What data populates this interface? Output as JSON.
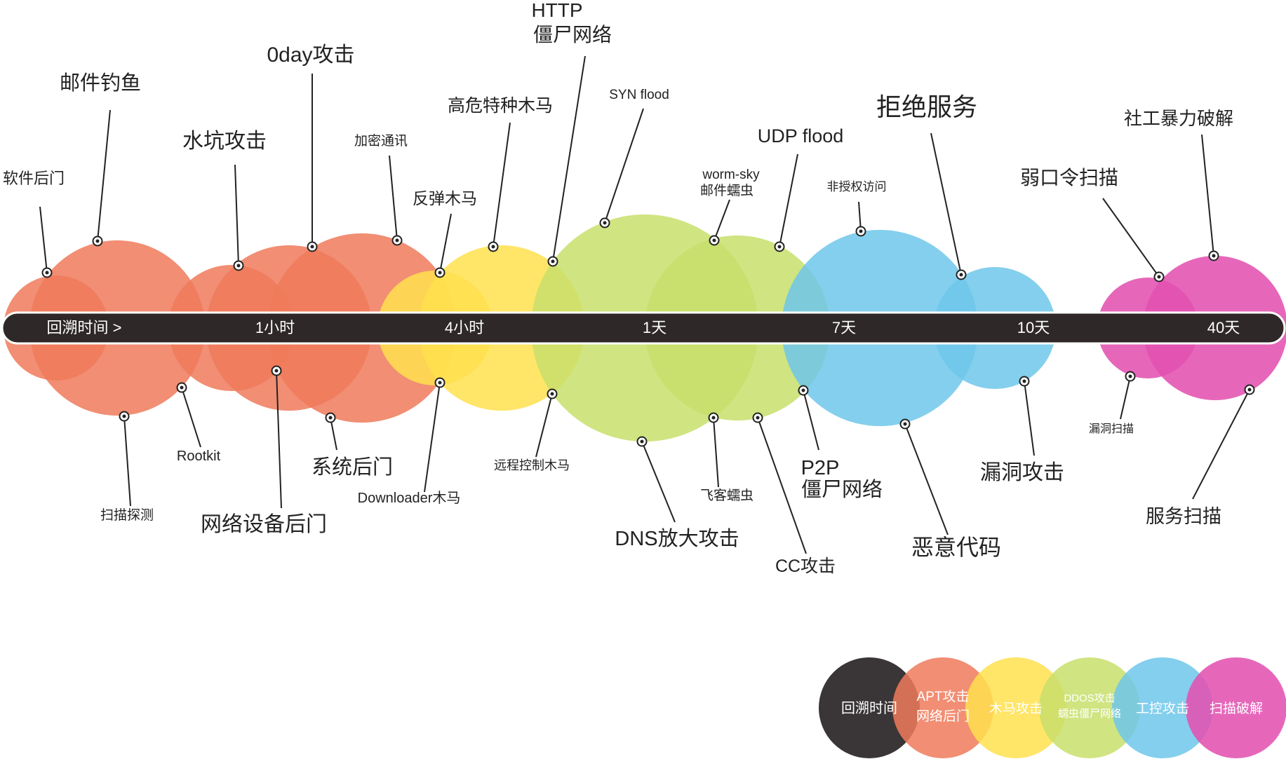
{
  "colors": {
    "apt": "#ef7a5a",
    "apt_dark": "#ef5f3c",
    "trojan": "#ffe14d",
    "ddos": "#c8df6b",
    "ics": "#6ec7ea",
    "scan": "#e252b0",
    "timeline": "#2e2828",
    "legend_dark": "#3a3637"
  },
  "timeline": {
    "ticks": [
      "回溯时间 >",
      "1小时",
      "4小时",
      "1天",
      "7天",
      "10天",
      "40天"
    ]
  },
  "labels": {
    "software_backdoor": "软件后门",
    "mail_phishing": "邮件钓鱼",
    "watering_hole": "水坑攻击",
    "zero_day": "0day攻击",
    "encrypted_comm": "加密通讯",
    "reverse_trojan": "反弹木马",
    "high_risk_trojan": "高危特种木马",
    "http_line1": "HTTP",
    "http_line2": "僵尸网络",
    "syn_flood": "SYN flood",
    "worm_sky_line1": "worm-sky",
    "worm_sky_line2": "邮件蠕虫",
    "udp_flood": "UDP flood",
    "unauthorized_access": "非授权访问",
    "denial_of_service": "拒绝服务",
    "weak_password": "弱口令扫描",
    "social_brute": "社工暴力破解",
    "scan_probe": "扫描探测",
    "rootkit": "Rootkit",
    "network_backdoor": "网络设备后门",
    "system_backdoor": "系统后门",
    "downloader": "Downloader木马",
    "remote_trojan": "远程控制木马",
    "dns_amplification": "DNS放大攻击",
    "flying_worm": "飞客蠕虫",
    "cc_attack": "CC攻击",
    "p2p_line1": "P2P",
    "p2p_line2": "僵尸网络",
    "malicious_code": "恶意代码",
    "vuln_attack": "漏洞攻击",
    "vuln_scan": "漏洞扫描",
    "service_scan": "服务扫描"
  },
  "legend": {
    "lookback": "回溯时间",
    "apt_line1": "APT攻击",
    "apt_line2": "网络后门",
    "trojan": "木马攻击",
    "ddos_line1": "DDOS攻击",
    "ddos_line2": "蠕虫僵尸网络",
    "ics": "工控攻击",
    "scan": "扫描破解"
  }
}
